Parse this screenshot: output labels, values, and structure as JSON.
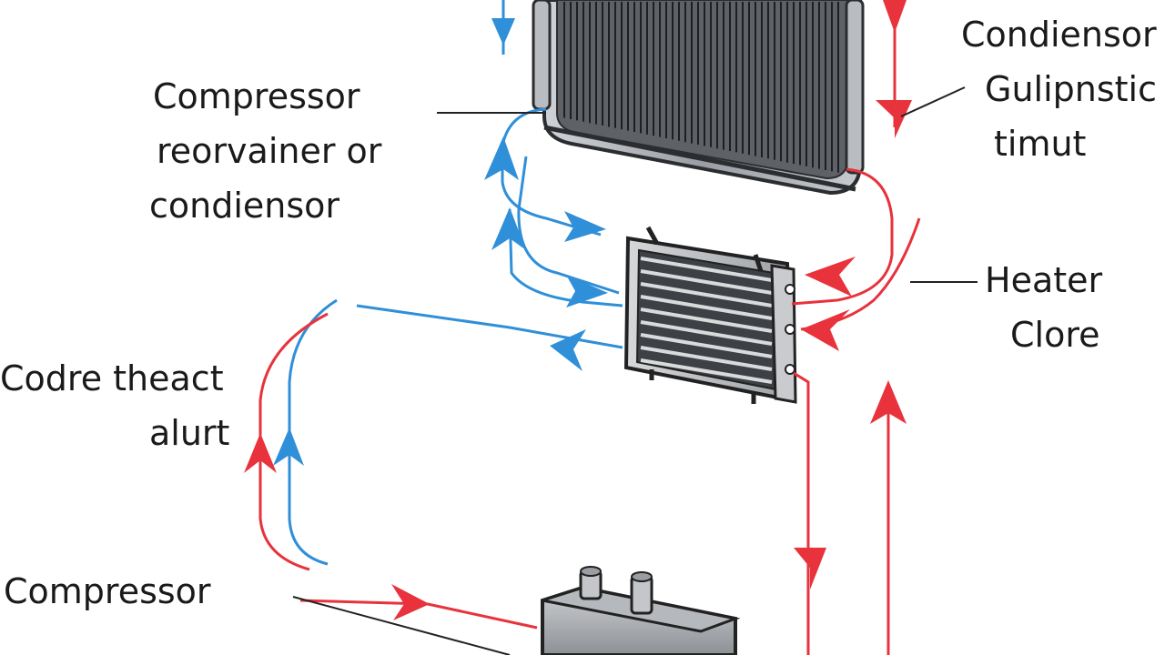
{
  "labels": {
    "compressor_top": [
      "Compressor",
      "reorvainer or",
      "condiensor"
    ],
    "condensor_right": [
      "Condiensor",
      "Gulipnstic",
      "timut"
    ],
    "heater_core": [
      "Heater",
      "Clore"
    ],
    "coolant_heat": [
      "Codre theact",
      "alurt"
    ],
    "compressor_bottom": "Compressor"
  },
  "colors": {
    "hot_flow": "#e8323c",
    "cold_flow": "#2f8fd8",
    "leader_line": "#222222",
    "metal": "#8a8d92"
  },
  "icons": [
    "condenser-radiator",
    "heater-core",
    "compressor-unit",
    "flow-arrow"
  ]
}
